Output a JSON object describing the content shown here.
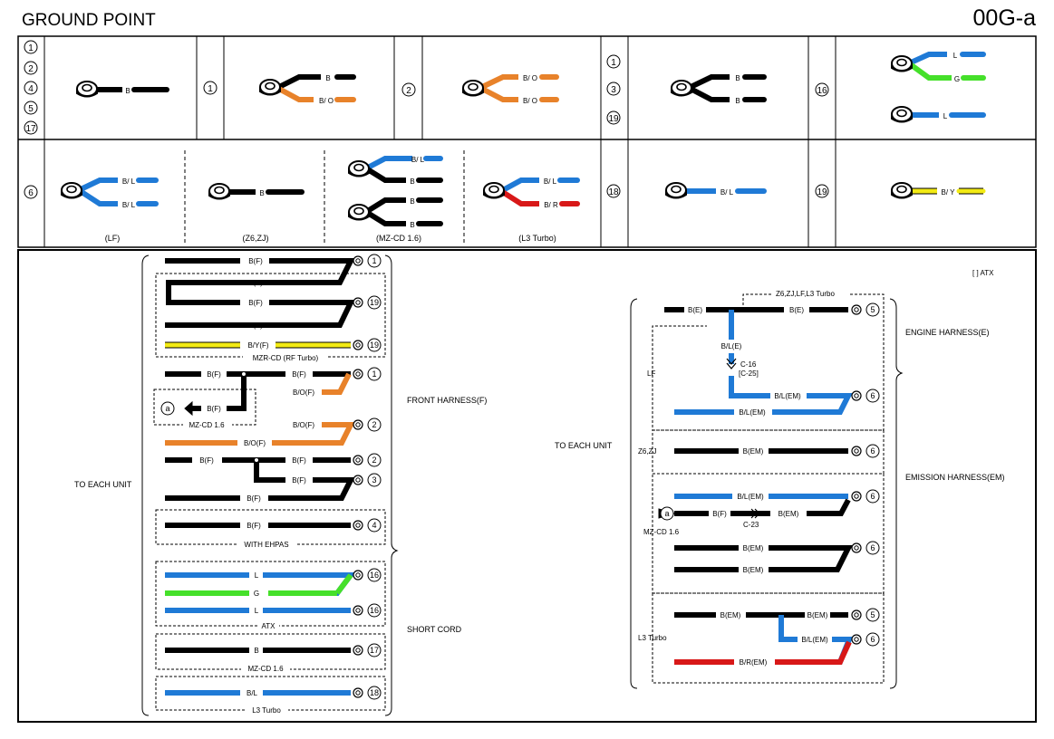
{
  "title": "GROUND POINT",
  "page_id": "00G-a",
  "colors": {
    "B": "#000000",
    "BO": "#e8822a",
    "L": "#1f7ad6",
    "G": "#45e02a",
    "Y": "#f2ea14",
    "R": "#d81818"
  },
  "table": {
    "row1": {
      "cell1": {
        "labels": [
          "1",
          "2",
          "4",
          "5",
          "17"
        ],
        "wire": "B"
      },
      "cell2": {
        "label": "1",
        "wires": [
          "B",
          "B/ O"
        ]
      },
      "cell3": {
        "label": "2",
        "wires": [
          "B/ O",
          "B/ O"
        ]
      },
      "cell4": {
        "labels": [
          "1",
          "3",
          "19"
        ],
        "wires": [
          "B",
          "B"
        ]
      },
      "cell5": {
        "label": "16",
        "wires": [
          "L",
          "G",
          "L"
        ]
      }
    },
    "row2": {
      "cell1": {
        "label": "6",
        "wires": [
          "B/ L",
          "B/ L"
        ],
        "caption": "(LF)"
      },
      "cell2": {
        "wire": "B",
        "caption": "(Z6,ZJ)"
      },
      "cell3": {
        "wires": [
          "B/ L",
          "B",
          "B",
          "B"
        ],
        "caption": "(MZ-CD 1.6)"
      },
      "cell4": {
        "wires": [
          "B/ L",
          "B/ R"
        ],
        "caption": "(L3 Turbo)"
      },
      "cell5": {
        "label": "18",
        "wire": "B/ L"
      },
      "cell6": {
        "label": "19",
        "wire": "B/ Y"
      }
    }
  },
  "left": {
    "to_each_unit": "TO EACH UNIT",
    "front_harness": "FRONT HARNESS(F)",
    "short_cord": "SHORT CORD",
    "wires": {
      "bf": "B(F)",
      "byf": "B/Y(F)",
      "bof": "B/O(F)",
      "l": "L",
      "g": "G",
      "b": "B",
      "bl": "B/L"
    },
    "boxes": {
      "mzr": "MZR-CD (RF Turbo)",
      "mzcd": "MZ-CD 1.6",
      "ehpas": "WITH EHPAS",
      "atx": "ATX",
      "mzcd2": "MZ-CD 1.6",
      "l3": "L3 Turbo"
    },
    "marker_a": "a",
    "nums": {
      "n1": "1",
      "n19": "19",
      "n2": "2",
      "n3": "3",
      "n4": "4",
      "n16": "16",
      "n17": "17",
      "n18": "18"
    }
  },
  "right": {
    "atx_note": "[ ] ATX",
    "to_each_unit": "TO EACH UNIT",
    "engine_harness": "ENGINE HARNESS(E)",
    "emission_harness": "EMISSION HARNESS(EM)",
    "variant_top": "Z6,ZJ,LF,L3 Turbo",
    "lf": "LF",
    "z6zj": "Z6,ZJ",
    "mzcd": "MZ-CD 1.6",
    "l3": "L3 Turbo",
    "wires": {
      "be": "B(E)",
      "ble": "B/L(E)",
      "blem": "B/L(EM)",
      "bem": "B(EM)",
      "bf": "B(F)",
      "brem": "B/R(EM)"
    },
    "c16": "C-16",
    "c25": "[C-25]",
    "c23": "C-23",
    "marker_a": "a",
    "nums": {
      "n5": "5",
      "n6": "6"
    }
  }
}
